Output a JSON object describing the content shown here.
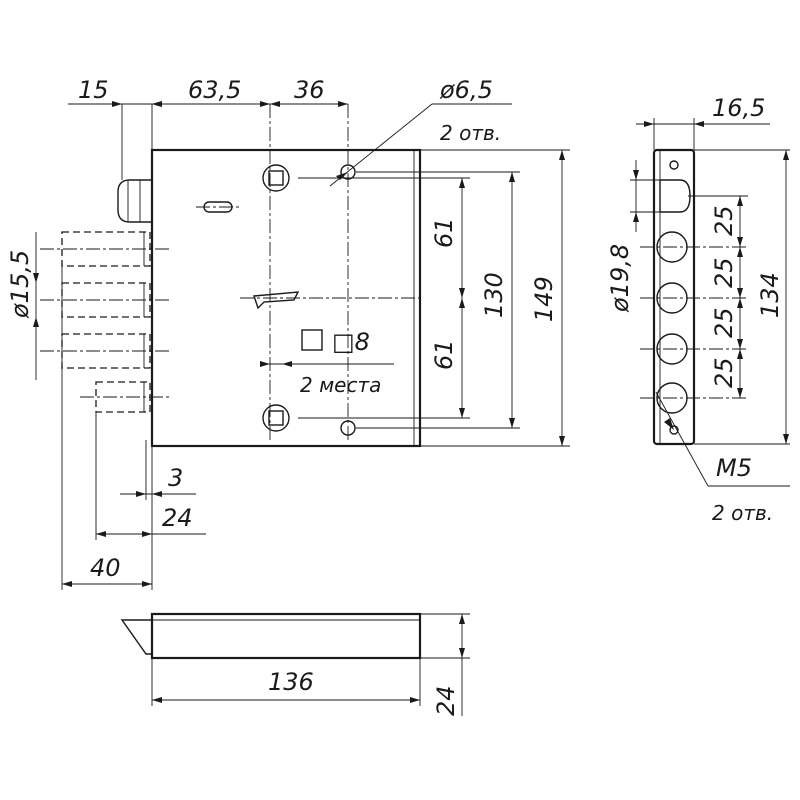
{
  "dimensions": {
    "d15": "15",
    "d63_5": "63,5",
    "d36": "36",
    "hole_dia": "ø6,5",
    "hole_count": "2 отв.",
    "d16_5": "16,5",
    "d61_top": "61",
    "d130": "130",
    "d149": "149",
    "d61_bottom": "61",
    "square": "□8",
    "places": "2 места",
    "bolt_dia": "ø15,5",
    "d3": "3",
    "d24_side": "24",
    "d40": "40",
    "front_dia": "ø19,8",
    "pitch": [
      "25",
      "25",
      "25",
      "25"
    ],
    "d134": "134",
    "thread": "M5",
    "thread_count": "2 отв.",
    "d136": "136",
    "d24_bottom": "24"
  }
}
